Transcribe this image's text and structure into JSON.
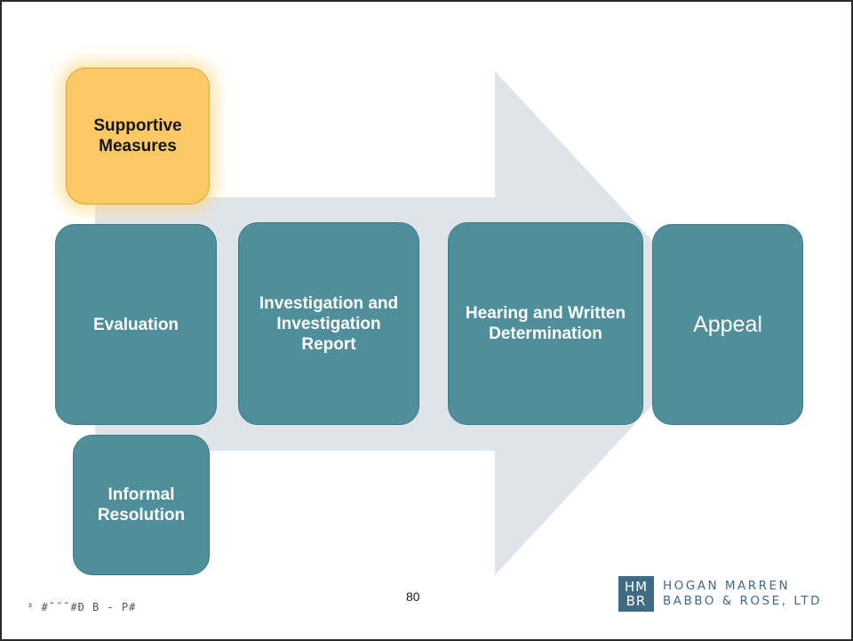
{
  "diagram": {
    "steps": {
      "supportive": "Supportive Measures",
      "evaluation": "Evaluation",
      "investigation": "Investigation and Investigation Report",
      "hearing": "Hearing and Written Determination",
      "appeal": "Appeal",
      "informal": "Informal Resolution"
    },
    "colors": {
      "arrow": "#dfe4ea",
      "step": "#4f8f9c",
      "highlight": "#fdc964"
    }
  },
  "footer": {
    "page_number": "80",
    "code": "³ #˘˝˘#Ð B - P#",
    "logo": {
      "mark_top": "HM",
      "mark_bottom": "BR",
      "line1": "HOGAN MARREN",
      "line2": "BABBO & ROSE, LTD"
    }
  }
}
